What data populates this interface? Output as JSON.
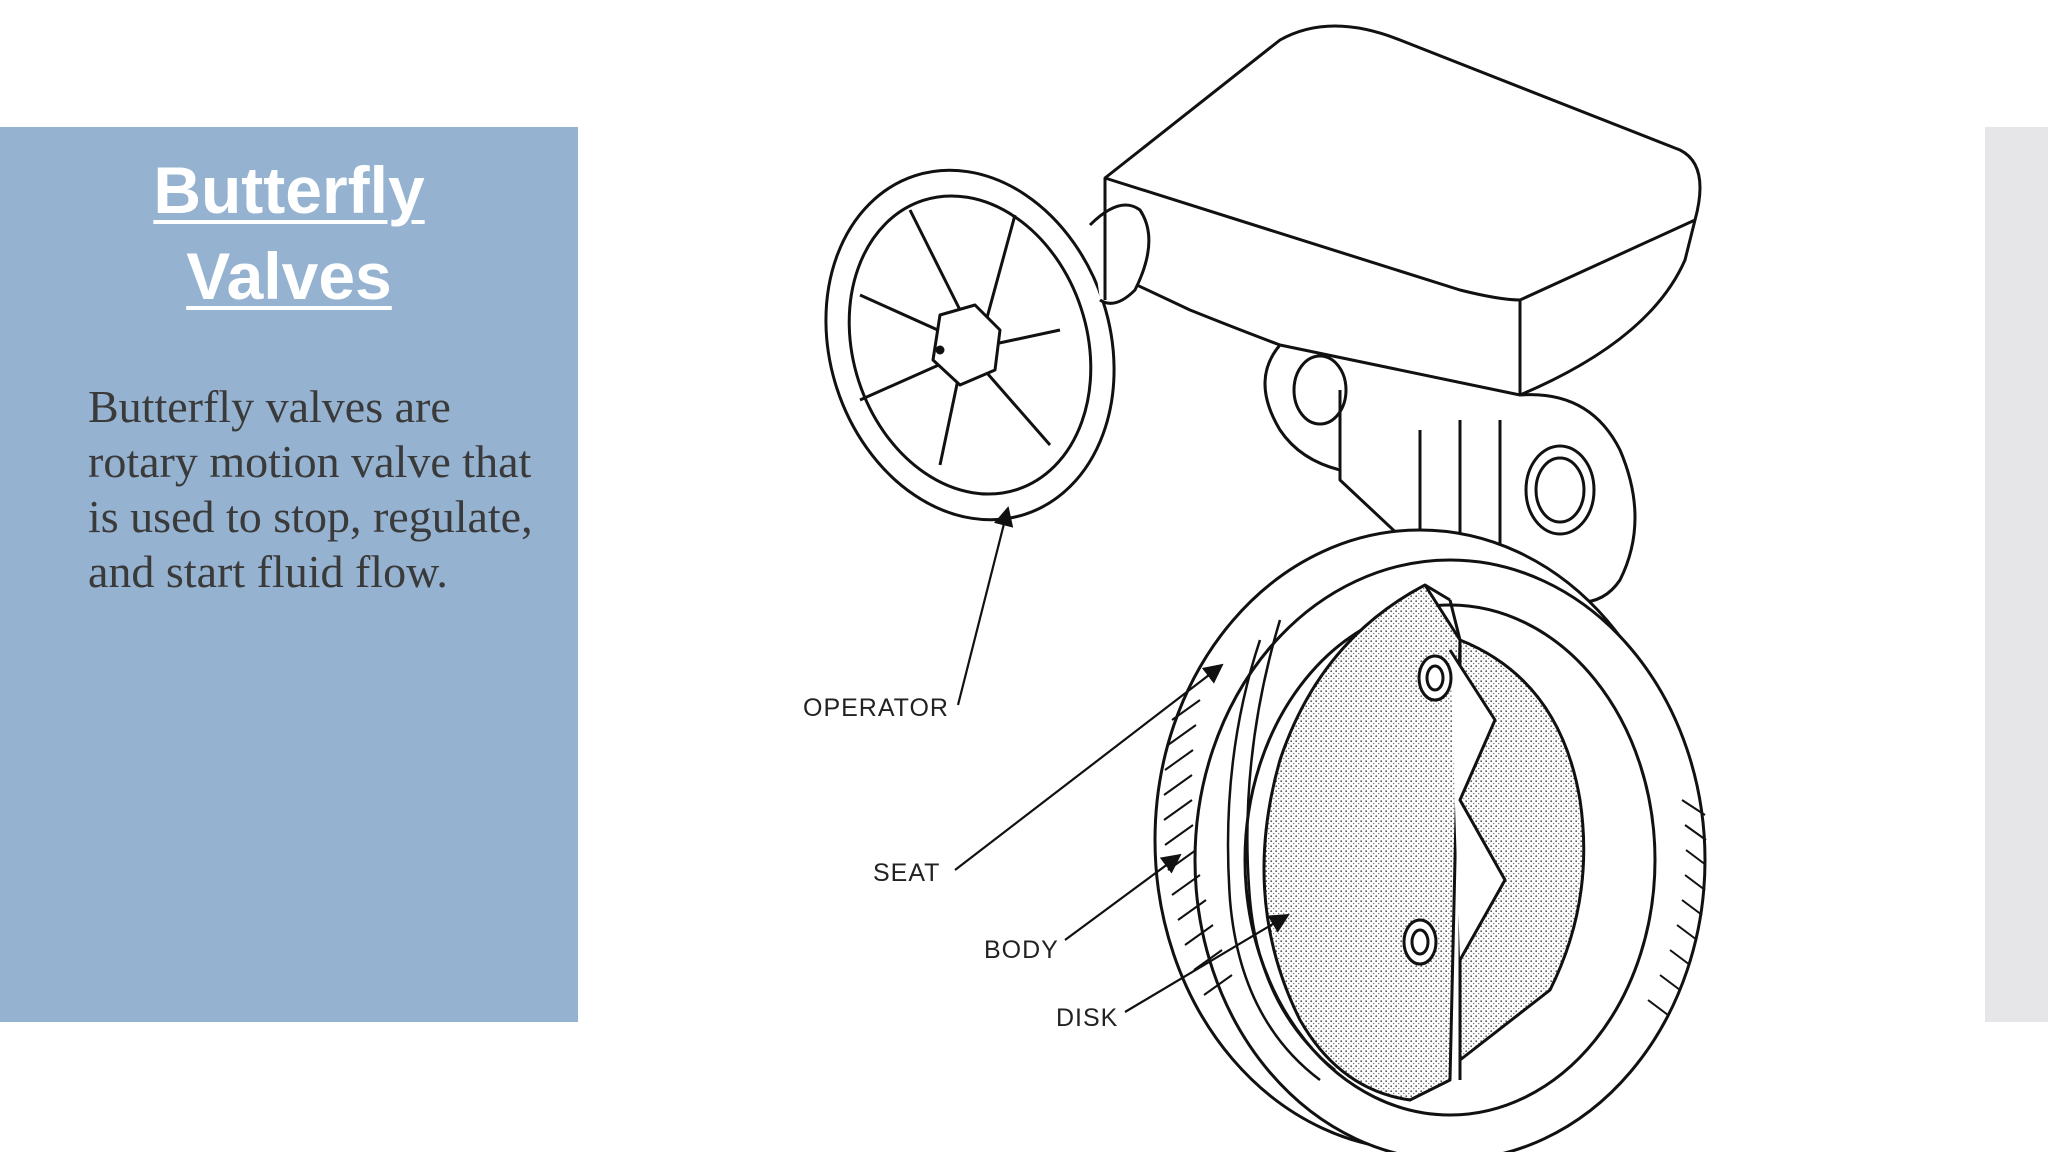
{
  "slide": {
    "title_line1": "Butterfly",
    "title_line2": "Valves",
    "body": "Butterfly valves are rotary motion valve that is used to stop, regulate, and start fluid flow."
  },
  "diagram": {
    "labels": {
      "operator": "OPERATOR",
      "seat": "SEAT",
      "body": "BODY",
      "disk": "DISK"
    }
  },
  "colors": {
    "panel": "#95b3d1",
    "strip": "#e6e6e8",
    "title": "#ffffff",
    "text": "#3a3a3a"
  }
}
